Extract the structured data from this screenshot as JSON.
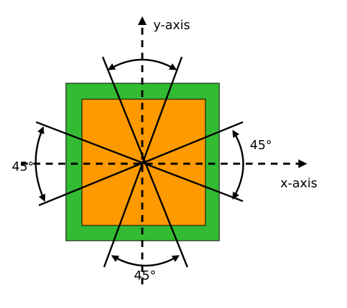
{
  "colors": {
    "outer_square": "#33bb33",
    "inner_square": "#ff9900",
    "stroke": "#000000",
    "background": "#ffffff"
  },
  "labels": {
    "y_axis": "y-axis",
    "x_axis": "x-axis",
    "angle_left": "45°",
    "angle_right": "45°",
    "angle_bottom": "45°"
  }
}
